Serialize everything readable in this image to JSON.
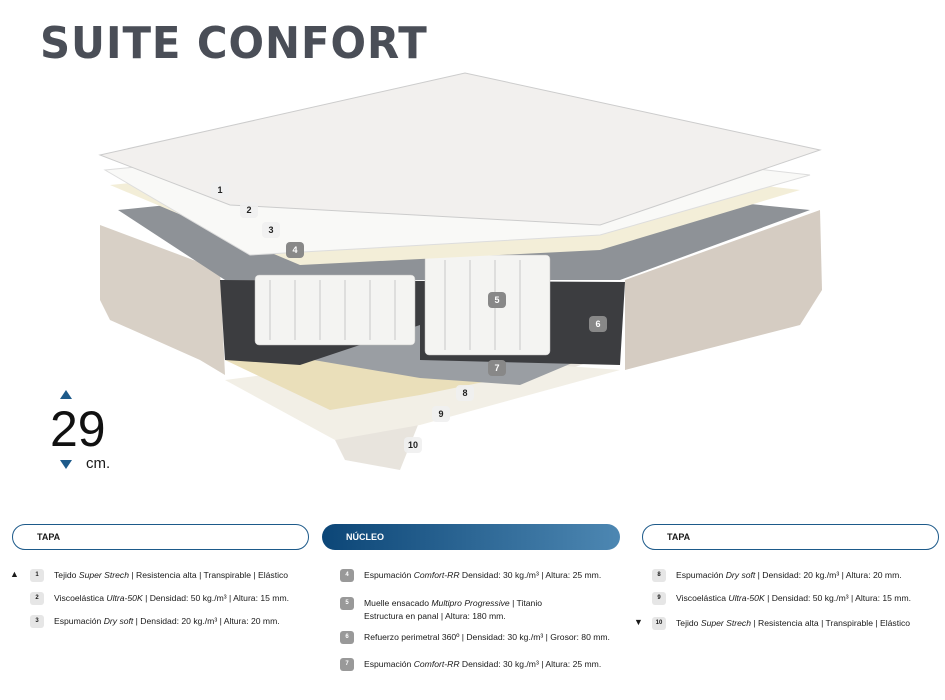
{
  "title": "SUITE CONFORT",
  "height": {
    "value": "29",
    "unit": "cm."
  },
  "colors": {
    "accent": "#1d5a8a",
    "title": "#4a4e57"
  },
  "layer_labels": [
    "1",
    "2",
    "3",
    "4",
    "5",
    "6",
    "7",
    "8",
    "9",
    "10"
  ],
  "sections": [
    {
      "header": "TAPA",
      "items": [
        {
          "n": "1",
          "pre": "Tejido ",
          "it": "Super Strech",
          "post": " | Resistencia alta | Transpirable | Elástico"
        },
        {
          "n": "2",
          "pre": "Viscoelástica ",
          "it": "Ultra-50K",
          "post": " | Densidad: 50 kg./m³ | Altura: 15 mm."
        },
        {
          "n": "3",
          "pre": "Espumación ",
          "it": "Dry soft",
          "post": " | Densidad: 20 kg./m³ | Altura: 20 mm."
        }
      ]
    },
    {
      "header": "NÚCLEO",
      "items": [
        {
          "n": "4",
          "pre": "Espumación ",
          "it": "Comfort-RR",
          "post": " Densidad: 30 kg./m³ | Altura: 25 mm."
        },
        {
          "n": "5",
          "pre": "Muelle ensacado ",
          "it": "Multipro Progressive",
          "post": " | Titanio",
          "line2": "Estructura en panal | Altura: 180 mm."
        },
        {
          "n": "6",
          "pre": "Refuerzo perimetral 360º | Densidad: 30 kg./m³ | Grosor: 80 mm.",
          "it": "",
          "post": ""
        },
        {
          "n": "7",
          "pre": "Espumación ",
          "it": "Comfort-RR",
          "post": " Densidad: 30 kg./m³ | Altura: 25 mm."
        }
      ]
    },
    {
      "header": "TAPA",
      "items": [
        {
          "n": "8",
          "pre": "Espumación ",
          "it": "Dry soft",
          "post": " | Densidad: 20 kg./m³ | Altura: 20 mm."
        },
        {
          "n": "9",
          "pre": "Viscoelástica ",
          "it": "Ultra-50K",
          "post": " | Densidad: 50 kg./m³ | Altura: 15 mm."
        },
        {
          "n": "10",
          "pre": "Tejido ",
          "it": "Super Strech",
          "post": " | Resistencia alta | Transpirable | Elástico"
        }
      ]
    }
  ]
}
